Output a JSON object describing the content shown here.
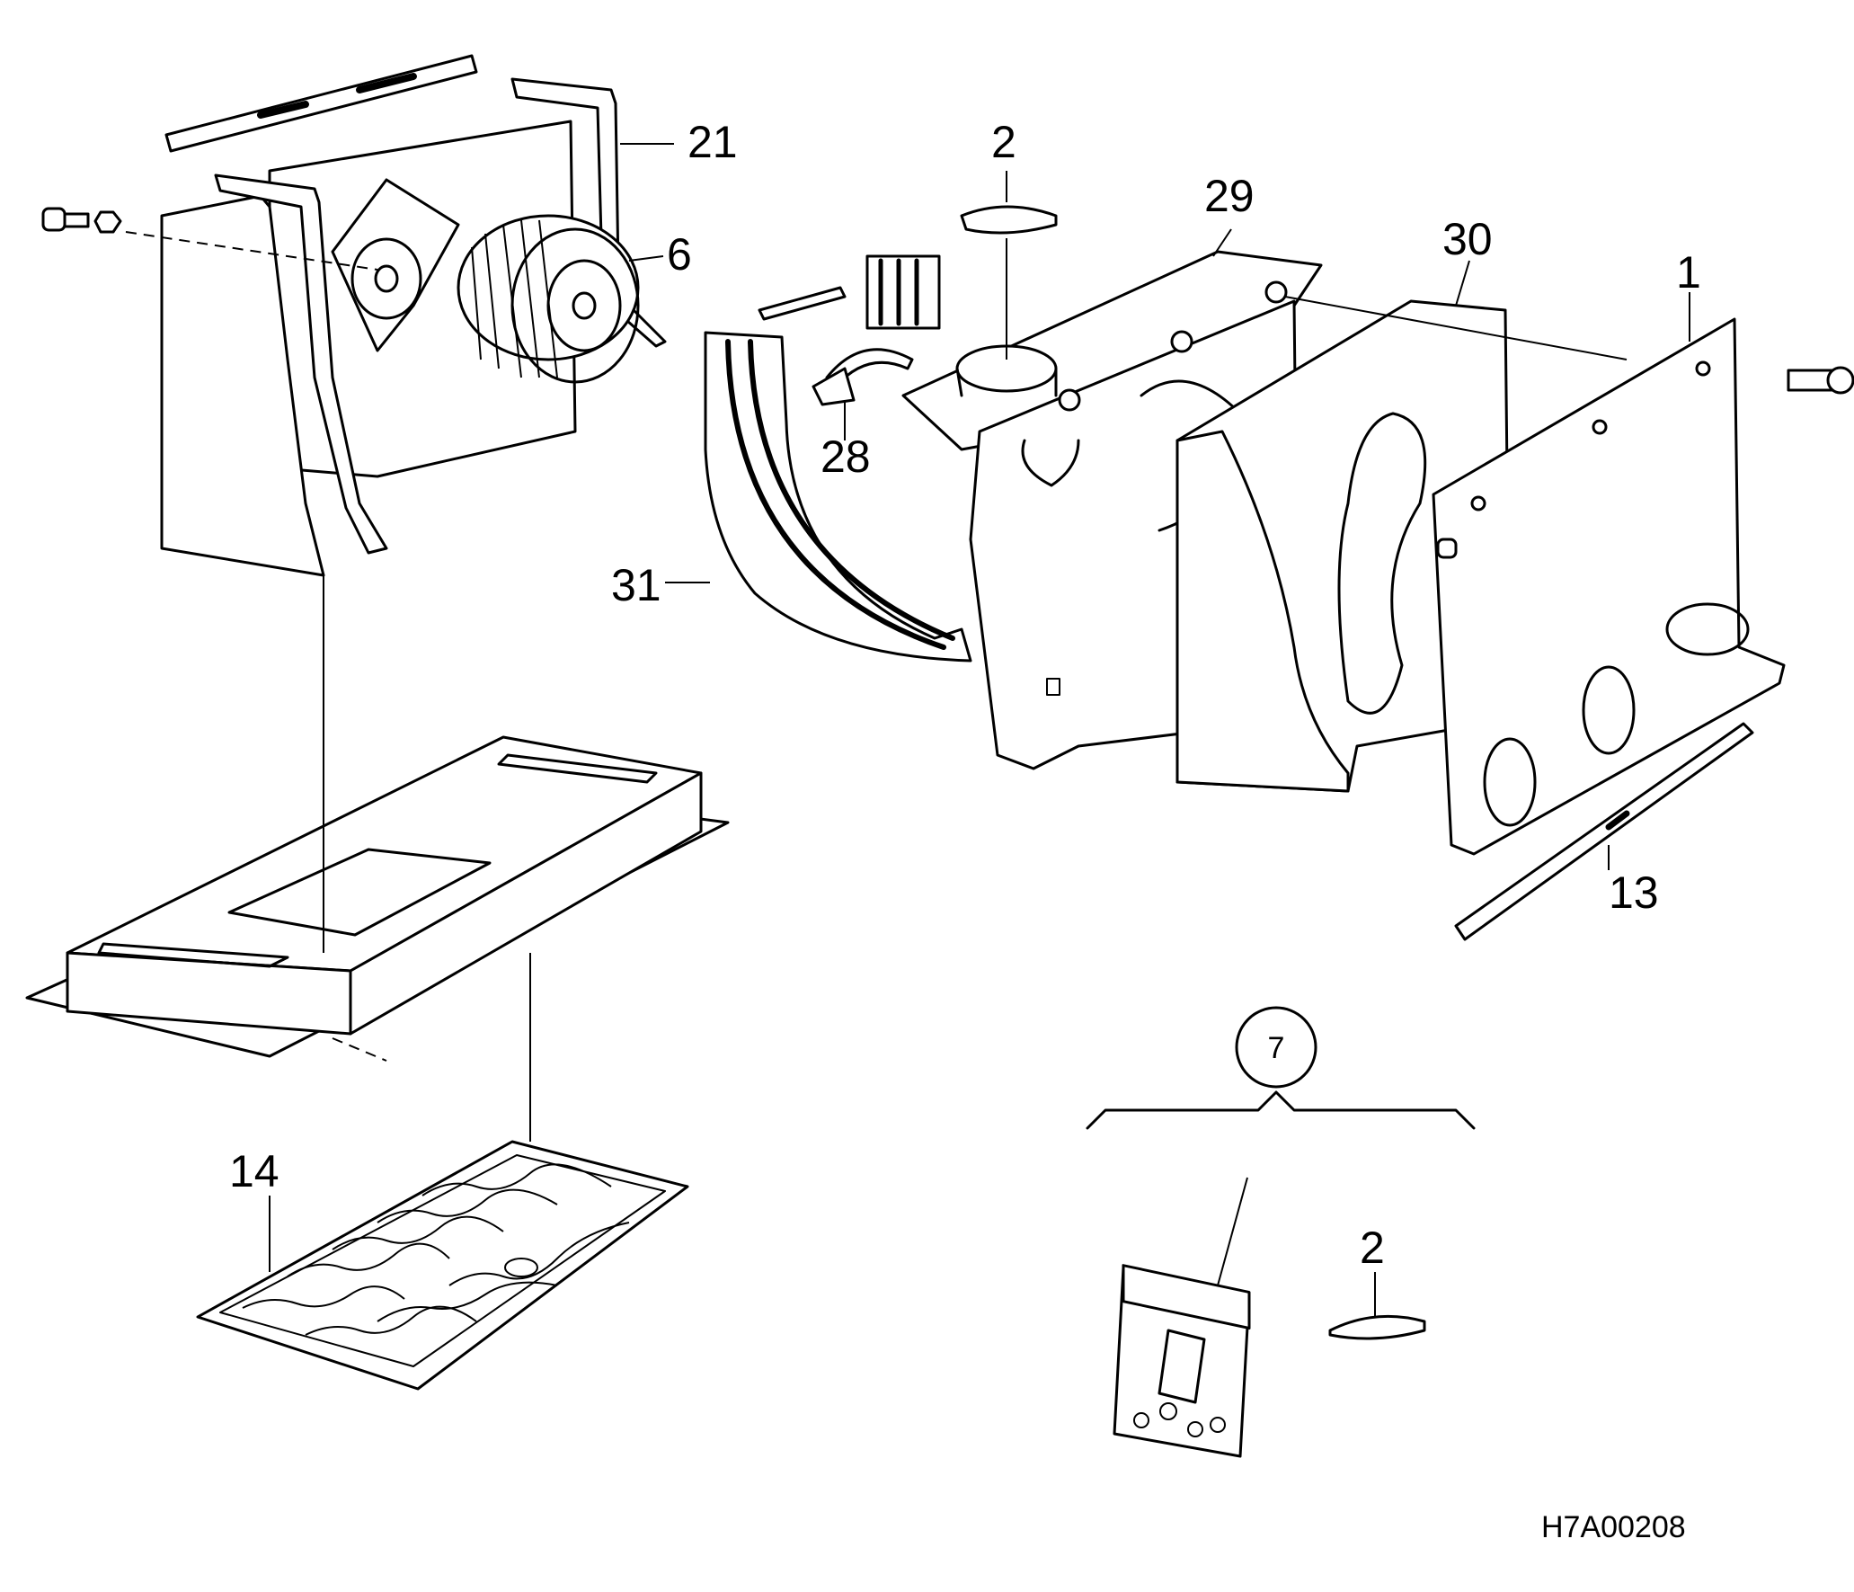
{
  "labels": {
    "l21": "21",
    "l2_top": "2",
    "l29": "29",
    "l30": "30",
    "l1": "1",
    "l6": "6",
    "l28": "28",
    "l31": "31",
    "l13": "13",
    "l14": "14",
    "l7": "7",
    "l2_bottom": "2"
  },
  "drawing_code": "H7A00208"
}
